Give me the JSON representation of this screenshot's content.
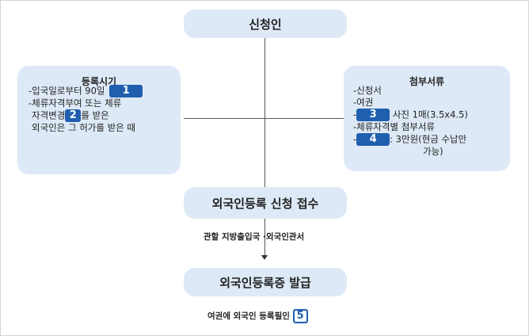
{
  "applicant": "신청인",
  "left": {
    "title": "등록시기",
    "line1": "-입국일로부터 90일",
    "badge1": "1",
    "line2": "-체류자격부여 또는 체류",
    "line3a": "자격변경",
    "badge2": "2",
    "line3b": "를 받은",
    "line4": "외국인은 그 허가를 받은 때"
  },
  "right": {
    "title": "첨부서류",
    "item1": "-신청서",
    "item2": "-여권",
    "item3_prefix": "-",
    "badge3": "3",
    "item3": "사진 1매(3.5x4.5)",
    "item4": "-체류자격별 첨부서류",
    "item5_prefix": "-",
    "badge4": "4",
    "item5": ": 3만원(현금 수납만",
    "item5b": "가능)"
  },
  "reception": "외국인등록 신청 접수",
  "office_note": "관할 지방출입국 ·외국인관서",
  "issuance": "외국인등록증 발급",
  "final_note": "여권에 외국인 등록필인",
  "badge5": "5",
  "colors": {
    "box_fill": "#dde9f6",
    "badge_blue": "#1f5fae"
  }
}
